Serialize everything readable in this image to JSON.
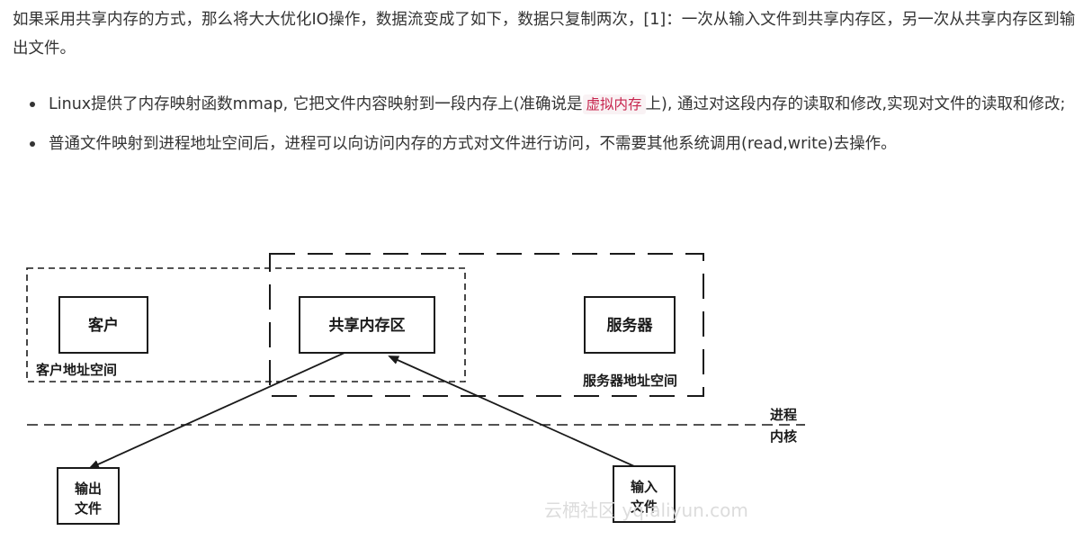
{
  "article": {
    "intro": "如果采用共享内存的方式，那么将大大优化IO操作，数据流变成了如下，数据只复制两次，[1]：一次从输入文件到共享内存区，另一次从共享内存区到输出文件。",
    "bullet1_before": "Linux提供了内存映射函数mmap, 它把文件内容映射到一段内存上(准确说是",
    "bullet1_code": "虚拟内存",
    "bullet1_after": "上), 通过对这段内存的读取和修改,实现对文件的读取和修改;",
    "bullet2": "普通文件映射到进程地址空间后，进程可以向访问内存的方式对文件进行访问，不需要其他系统调用(read,write)去操作。"
  },
  "diagram": {
    "client_box": "客户",
    "shm_box": "共享内存区",
    "server_box": "服务器",
    "client_space_label": "客户地址空间",
    "server_space_label": "服务器地址空间",
    "process_label": "进程",
    "kernel_label": "内核",
    "output_line1": "输出",
    "output_line2": "文件",
    "input_line1": "输入",
    "input_line2": "文件",
    "watermark": "云栖社区 yq.aliyun.com"
  }
}
